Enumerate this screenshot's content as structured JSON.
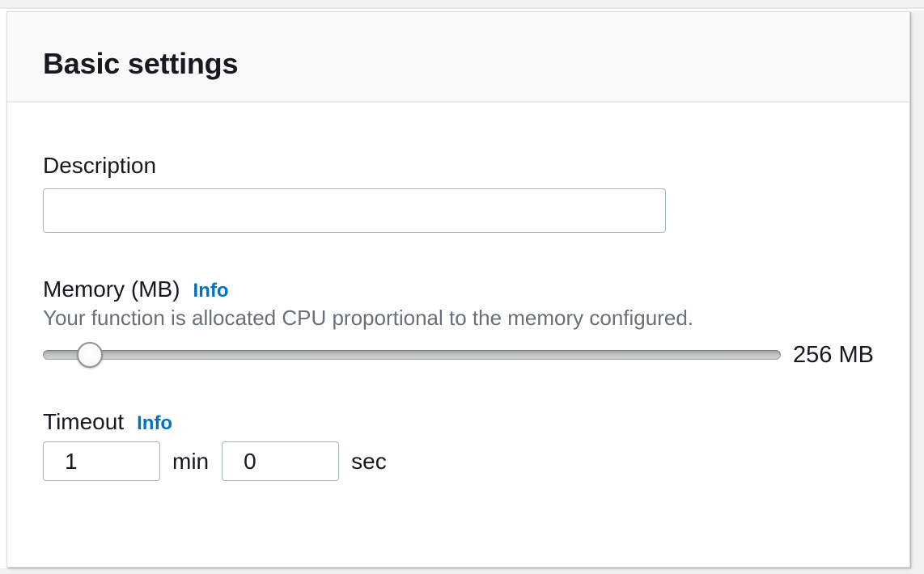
{
  "card": {
    "title": "Basic settings"
  },
  "description": {
    "label": "Description",
    "value": "",
    "placeholder": ""
  },
  "memory": {
    "label": "Memory (MB)",
    "info_label": "Info",
    "helper": "Your function is allocated CPU proportional to the memory configured.",
    "value_display": "256 MB",
    "slider_percent": 6.4
  },
  "timeout": {
    "label": "Timeout",
    "info_label": "Info",
    "minutes_value": "1",
    "minutes_unit": "min",
    "seconds_value": "0",
    "seconds_unit": "sec"
  },
  "colors": {
    "link_blue": "#0073bb",
    "text_dark": "#16191f",
    "text_helper": "#687078",
    "header_bg": "#fafafa",
    "divider": "#eaeded",
    "input_border": "#aab7b8"
  }
}
